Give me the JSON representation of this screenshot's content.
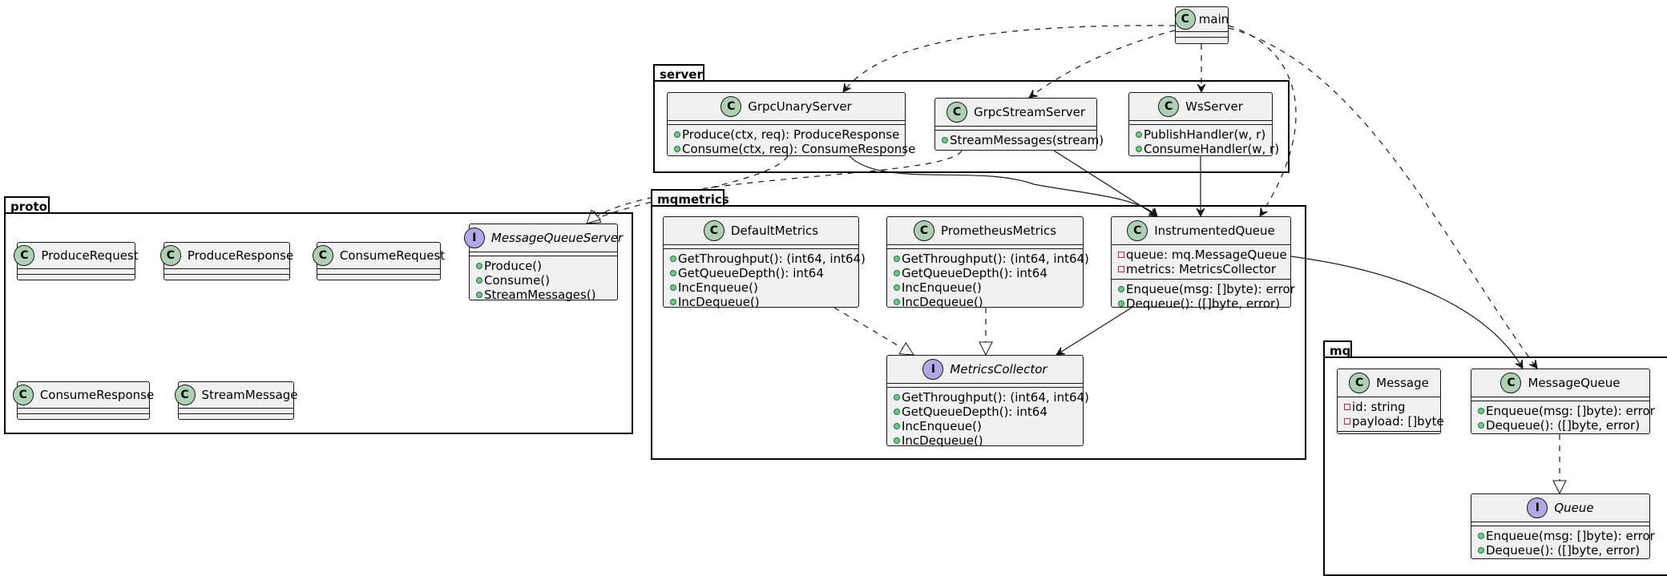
{
  "packages": {
    "server": "server",
    "proto": "proto",
    "mqmetrics": "mqmetrics",
    "mq": "mq"
  },
  "classes": {
    "main": {
      "name": "main",
      "kind": "C"
    },
    "grpc_unary": {
      "name": "GrpcUnaryServer",
      "kind": "C",
      "methods": [
        "Produce(ctx, req): ProduceResponse",
        "Consume(ctx, req): ConsumeResponse"
      ]
    },
    "grpc_stream": {
      "name": "GrpcStreamServer",
      "kind": "C",
      "methods": [
        "StreamMessages(stream)"
      ]
    },
    "ws_server": {
      "name": "WsServer",
      "kind": "C",
      "methods": [
        "PublishHandler(w, r)",
        "ConsumeHandler(w, r)"
      ]
    },
    "produce_request": {
      "name": "ProduceRequest",
      "kind": "C"
    },
    "produce_response": {
      "name": "ProduceResponse",
      "kind": "C"
    },
    "consume_request": {
      "name": "ConsumeRequest",
      "kind": "C"
    },
    "consume_response": {
      "name": "ConsumeResponse",
      "kind": "C"
    },
    "stream_message": {
      "name": "StreamMessage",
      "kind": "C"
    },
    "mq_server": {
      "name": "MessageQueueServer",
      "kind": "I",
      "methods": [
        "Produce()",
        "Consume()",
        "StreamMessages()"
      ]
    },
    "default_metrics": {
      "name": "DefaultMetrics",
      "kind": "C",
      "methods": [
        "GetThroughput(): (int64, int64)",
        "GetQueueDepth(): int64",
        "IncEnqueue()",
        "IncDequeue()"
      ]
    },
    "prometheus_metrics": {
      "name": "PrometheusMetrics",
      "kind": "C",
      "methods": [
        "GetThroughput(): (int64, int64)",
        "GetQueueDepth(): int64",
        "IncEnqueue()",
        "IncDequeue()"
      ]
    },
    "instrumented_queue": {
      "name": "InstrumentedQueue",
      "kind": "C",
      "fields": [
        "queue: mq.MessageQueue",
        "metrics: MetricsCollector"
      ],
      "methods": [
        "Enqueue(msg: []byte): error",
        "Dequeue(): ([]byte, error)"
      ]
    },
    "metrics_collector": {
      "name": "MetricsCollector",
      "kind": "I",
      "methods": [
        "GetThroughput(): (int64, int64)",
        "GetQueueDepth(): int64",
        "IncEnqueue()",
        "IncDequeue()"
      ]
    },
    "message": {
      "name": "Message",
      "kind": "C",
      "fields": [
        "id: string",
        "payload: []byte"
      ]
    },
    "message_queue": {
      "name": "MessageQueue",
      "kind": "C",
      "methods": [
        "Enqueue(msg: []byte): error",
        "Dequeue(): ([]byte, error)"
      ]
    },
    "queue": {
      "name": "Queue",
      "kind": "I",
      "methods": [
        "Enqueue(msg: []byte): error",
        "Dequeue(): ([]byte, error)"
      ]
    }
  },
  "relations": [
    {
      "from": "main",
      "to": "GrpcUnaryServer",
      "type": "dependency"
    },
    {
      "from": "main",
      "to": "GrpcStreamServer",
      "type": "dependency"
    },
    {
      "from": "main",
      "to": "WsServer",
      "type": "dependency"
    },
    {
      "from": "main",
      "to": "InstrumentedQueue",
      "type": "dependency"
    },
    {
      "from": "main",
      "to": "MessageQueue",
      "type": "dependency"
    },
    {
      "from": "GrpcUnaryServer",
      "to": "MessageQueueServer",
      "type": "realization"
    },
    {
      "from": "GrpcStreamServer",
      "to": "MessageQueueServer",
      "type": "realization"
    },
    {
      "from": "GrpcUnaryServer",
      "to": "InstrumentedQueue",
      "type": "association"
    },
    {
      "from": "GrpcStreamServer",
      "to": "InstrumentedQueue",
      "type": "association"
    },
    {
      "from": "WsServer",
      "to": "InstrumentedQueue",
      "type": "association"
    },
    {
      "from": "DefaultMetrics",
      "to": "MetricsCollector",
      "type": "realization"
    },
    {
      "from": "PrometheusMetrics",
      "to": "MetricsCollector",
      "type": "realization"
    },
    {
      "from": "InstrumentedQueue",
      "to": "MetricsCollector",
      "type": "association"
    },
    {
      "from": "InstrumentedQueue",
      "to": "MessageQueue",
      "type": "association"
    },
    {
      "from": "MessageQueue",
      "to": "Queue",
      "type": "realization"
    }
  ],
  "colors": {
    "class_fill": "#f1f1f1",
    "class_badge": "#add1b2",
    "interface_badge": "#b4a7e5",
    "public_marker": "#84be84",
    "private_marker": "#c82930"
  }
}
